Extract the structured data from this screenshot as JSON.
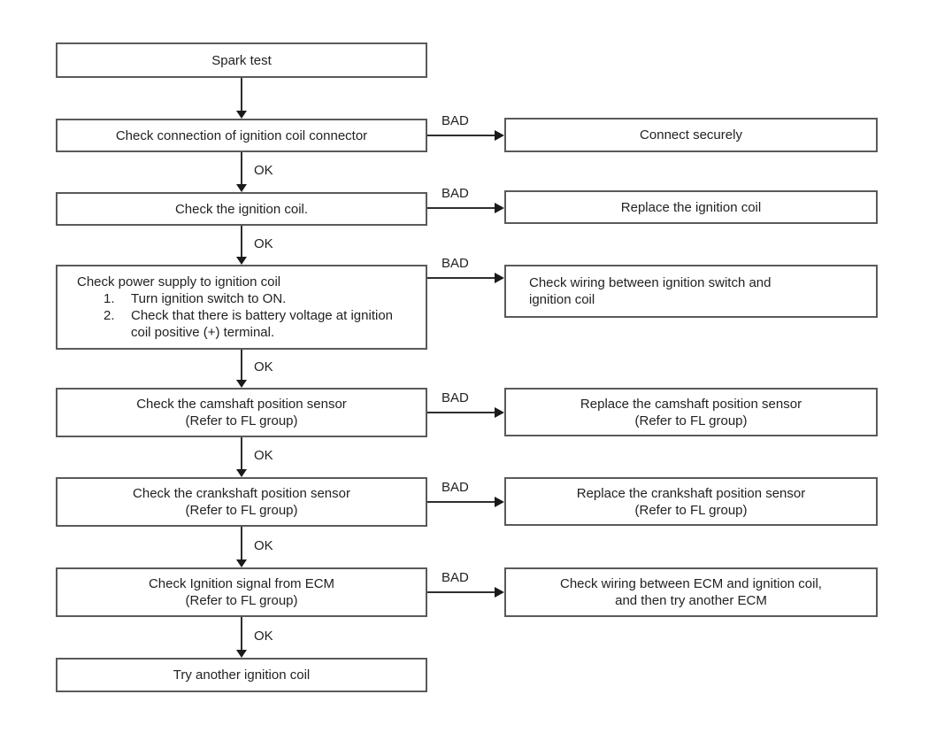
{
  "labels": {
    "ok": "OK",
    "bad": "BAD"
  },
  "colors": {
    "background": "#ffffff",
    "box_border": "#5a5a5a",
    "text": "#222222",
    "arrow": "#2e2e2e"
  },
  "boxes": {
    "spark": {
      "text": "Spark test"
    },
    "check_connection": {
      "text": "Check connection of ignition coil connector"
    },
    "connect_securely": {
      "text": "Connect securely"
    },
    "check_coil": {
      "text": "Check the ignition coil."
    },
    "replace_coil": {
      "text": "Replace the ignition coil"
    },
    "power": {
      "title": "Check power supply to ignition coil",
      "items": [
        {
          "num": "1.",
          "text": "Turn ignition switch to ON."
        },
        {
          "num": "2.",
          "text": "Check that there is battery voltage at ignition coil positive (+) terminal."
        }
      ]
    },
    "check_wiring_switch": {
      "text": "Check wiring between ignition switch and ignition coil"
    },
    "check_camshaft": {
      "line1": "Check the camshaft position sensor",
      "line2": "(Refer to FL group)"
    },
    "replace_camshaft": {
      "line1": "Replace the camshaft position sensor",
      "line2": "(Refer to FL group)"
    },
    "check_crankshaft": {
      "line1": "Check the crankshaft position sensor",
      "line2": "(Refer to FL group)"
    },
    "replace_crankshaft": {
      "line1": "Replace the crankshaft position sensor",
      "line2": "(Refer to FL group)"
    },
    "check_ecm": {
      "line1": "Check Ignition signal from ECM",
      "line2": "(Refer to FL group)"
    },
    "check_wiring_ecm": {
      "line1": "Check wiring between ECM and ignition coil,",
      "line2": "and then try another ECM"
    },
    "try_another": {
      "text": "Try another ignition coil"
    }
  }
}
